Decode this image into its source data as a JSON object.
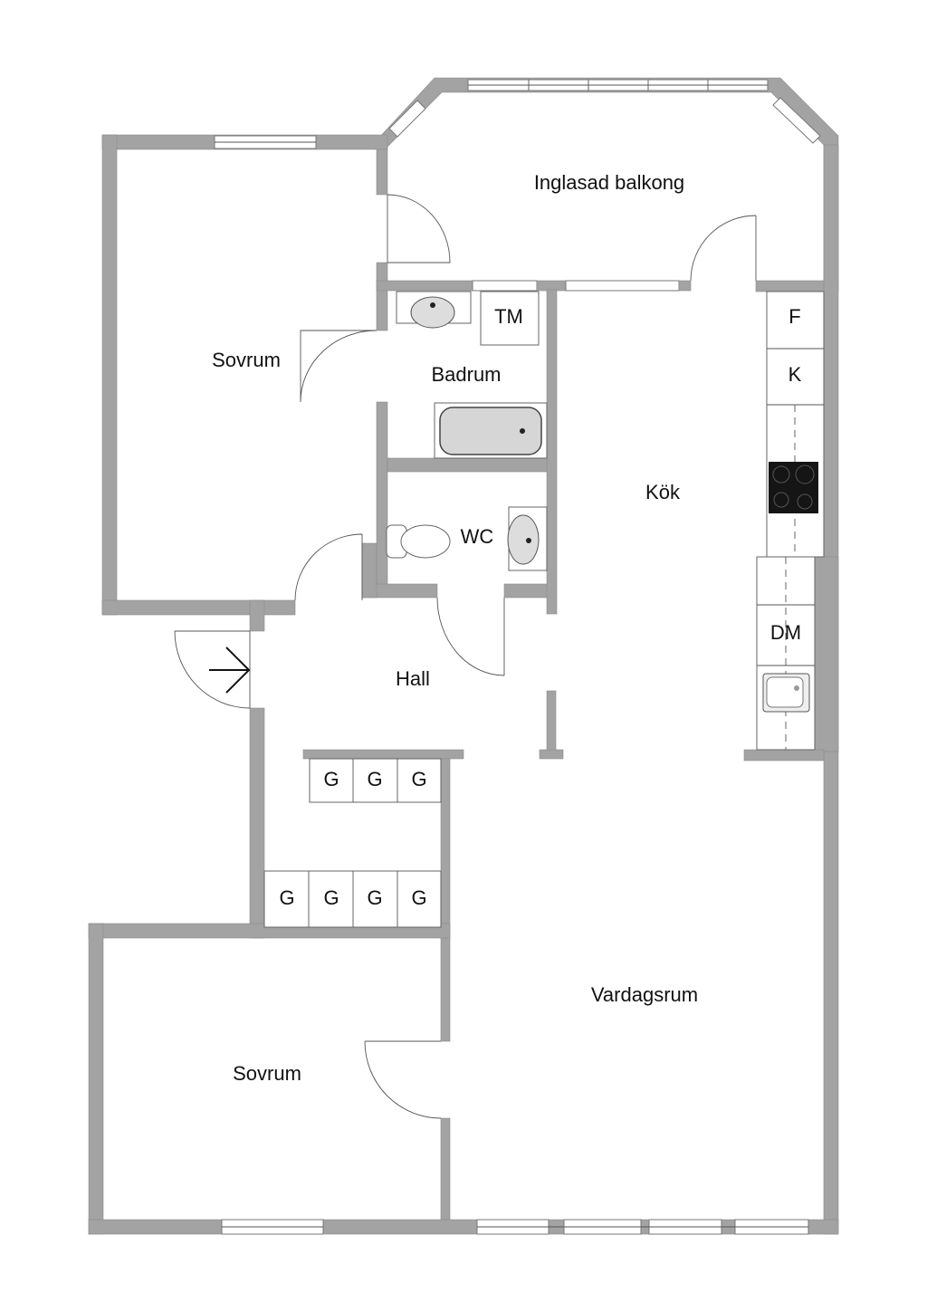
{
  "rooms": {
    "balcony": "Inglasad balkong",
    "bedroom_top": "Sovrum",
    "bathroom": "Badrum",
    "washing_machine": "TM",
    "kitchen": "Kök",
    "wc": "WC",
    "fridge": "F",
    "freezer": "K",
    "dishwasher": "DM",
    "hall": "Hall",
    "living_room": "Vardagsrum",
    "bedroom_bottom": "Sovrum"
  },
  "closets": {
    "top_row": [
      "G",
      "G",
      "G"
    ],
    "bottom_row": [
      "G",
      "G",
      "G",
      "G"
    ]
  },
  "colors": {
    "wall": "#a3a3a3",
    "background": "#ffffff"
  }
}
